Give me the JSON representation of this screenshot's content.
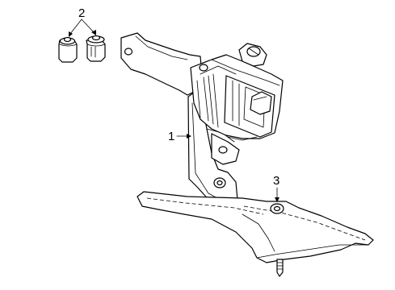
{
  "callouts": [
    {
      "number": "1",
      "part": "modulator-assembly"
    },
    {
      "number": "2",
      "part": "insulator"
    },
    {
      "number": "3",
      "part": "bracket-stud"
    }
  ]
}
